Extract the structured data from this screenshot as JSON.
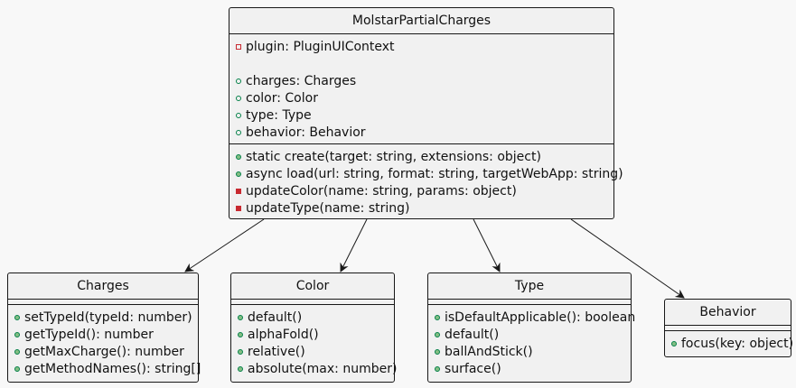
{
  "classes": {
    "main": {
      "name": "MolstarPartialCharges",
      "fields": [
        {
          "vis": "priv-field",
          "text": "plugin: PluginUIContext"
        },
        {
          "vis": "",
          "text": ""
        },
        {
          "vis": "pub-field",
          "text": "charges: Charges"
        },
        {
          "vis": "pub-field",
          "text": "color: Color"
        },
        {
          "vis": "pub-field",
          "text": "type: Type"
        },
        {
          "vis": "pub-field",
          "text": "behavior: Behavior"
        }
      ],
      "methods": [
        {
          "vis": "pub-method",
          "text": "static create(target: string, extensions: object)"
        },
        {
          "vis": "pub-method",
          "text": "async load(url: string, format: string, targetWebApp: string)"
        },
        {
          "vis": "priv-method",
          "text": "updateColor(name: string, params: object)"
        },
        {
          "vis": "priv-method",
          "text": "updateType(name: string)"
        }
      ]
    },
    "charges": {
      "name": "Charges",
      "fields": [],
      "methods": [
        {
          "vis": "pub-method",
          "text": "setTypeId(typeId: number)"
        },
        {
          "vis": "pub-method",
          "text": "getTypeId(): number"
        },
        {
          "vis": "pub-method",
          "text": "getMaxCharge(): number"
        },
        {
          "vis": "pub-method",
          "text": "getMethodNames(): string[]"
        }
      ]
    },
    "color": {
      "name": "Color",
      "fields": [],
      "methods": [
        {
          "vis": "pub-method",
          "text": "default()"
        },
        {
          "vis": "pub-method",
          "text": "alphaFold()"
        },
        {
          "vis": "pub-method",
          "text": "relative()"
        },
        {
          "vis": "pub-method",
          "text": "absolute(max: number)"
        }
      ]
    },
    "type": {
      "name": "Type",
      "fields": [],
      "methods": [
        {
          "vis": "pub-method",
          "text": "isDefaultApplicable(): boolean"
        },
        {
          "vis": "pub-method",
          "text": "default()"
        },
        {
          "vis": "pub-method",
          "text": "ballAndStick()"
        },
        {
          "vis": "pub-method",
          "text": "surface()"
        }
      ]
    },
    "behavior": {
      "name": "Behavior",
      "fields": [],
      "methods": [
        {
          "vis": "pub-method",
          "text": "focus(key: object)"
        }
      ]
    }
  },
  "colors": {
    "background": "#f8f8f8",
    "class_fill": "#f1f1f1",
    "border": "#181818",
    "public_icon": "#038048",
    "private_icon": "#c82930"
  }
}
